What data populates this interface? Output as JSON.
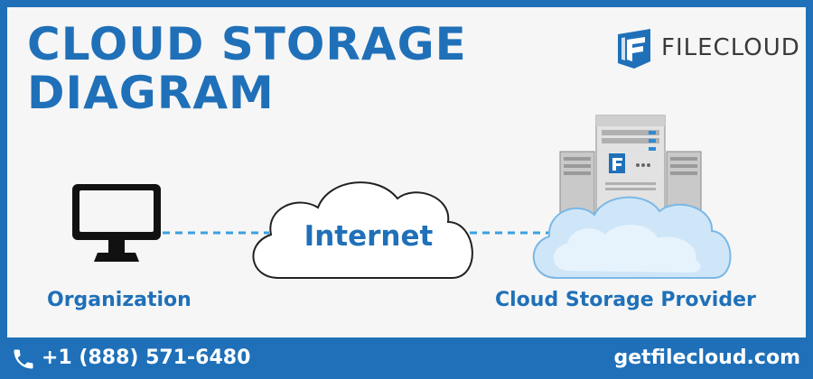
{
  "title": {
    "line1": "CLOUD STORAGE",
    "line2": "DIAGRAM"
  },
  "logo": {
    "text": "FILECLOUD",
    "icon": "filecloud-logo-icon"
  },
  "nodes": {
    "organization": {
      "label": "Organization",
      "icon": "monitor-icon"
    },
    "internet": {
      "label": "Internet",
      "icon": "cloud-icon"
    },
    "provider": {
      "label": "Cloud Storage Provider",
      "icon": "server-cloud-icon"
    }
  },
  "footer": {
    "phone": "+1 (888) 571-6480",
    "phone_icon": "phone-icon",
    "website": "getfilecloud.com"
  },
  "colors": {
    "brand_blue": "#1f70b8",
    "connector": "#3aa0e0",
    "background": "#f6f6f6"
  }
}
